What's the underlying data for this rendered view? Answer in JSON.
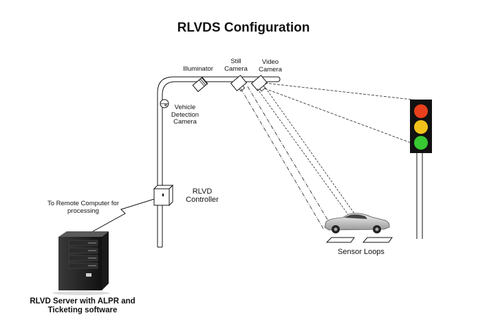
{
  "title": "RLVDS Configuration",
  "labels": {
    "illuminator": "Illuminator",
    "still_camera": "Still\nCamera",
    "video_camera": "Video\nCamera",
    "vehicle_detection_camera": "Vehicle\nDetection\nCamera",
    "rlvd_controller": "RLVD\nController",
    "remote_computer": "To Remote Computer for\nprocessing",
    "server": "RLVD Server with ALPR and\nTicketing software",
    "sensor_loops": "Sensor Loops"
  },
  "colors": {
    "red_light": "#e8401c",
    "yellow_light": "#f3c21b",
    "green_light": "#38c832",
    "signal_housing": "#111111",
    "server_body": "#1e1e1e"
  }
}
